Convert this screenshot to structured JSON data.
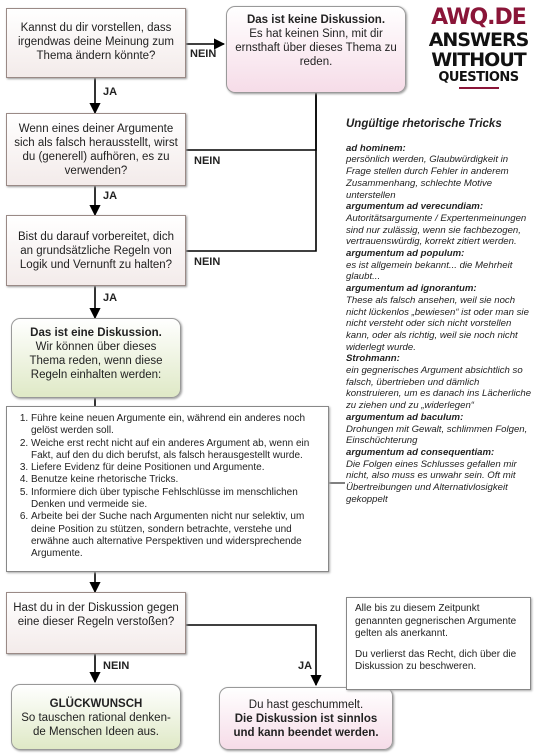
{
  "flow": {
    "q1": "Kannst du dir vorstellen, dass irgendwas deine Meinung zum Thema ändern könnte?",
    "q2": "Wenn eines deiner Argumente sich als falsch herausstellt, wirst du (generell) aufhören, es zu verwenden?",
    "q3": "Bist du darauf vorbereitet, dich an grundsätzliche Regeln von Logik und Vernunft zu halten?",
    "q4": "Hast du in der Diskussion gegen eine dieser Regeln verstoßen?",
    "no_discussion_title": "Das ist keine Diskussion.",
    "no_discussion_text": "Es hat keinen Sinn, mit dir ernsthaft über dieses Thema zu reden.",
    "discussion_title": "Das ist eine Diskussion.",
    "discussion_text": "Wir können über dieses Thema reden, wenn diese Regeln einhalten werden:",
    "congrats_title": "GLÜCKWUNSCH",
    "congrats_text": "So tauschen rational denken-de Menschen Ideen aus.",
    "lost_line1": "Du hast geschummelt.",
    "lost_line2": "Die Diskussion ist sinnlos und kann beendet werden."
  },
  "labels": {
    "yes": "JA",
    "no": "NEIN"
  },
  "rules": [
    "Führe keine neuen Argumente ein, während ein anderes noch gelöst werden soll.",
    "Weiche erst recht nicht auf ein anderes Argument ab, wenn ein Fakt, auf den du dich berufst, als falsch herausgestellt wurde.",
    "Liefere Evidenz für deine Positionen und Argumente.",
    "Benutze keine rhetorische Tricks.",
    "Informiere dich über typische Fehlschlüsse im menschlichen Denken und vermeide sie.",
    "Arbeite bei der Suche nach Argumenten nicht nur selektiv, um deine Position zu stützen, sondern betrachte, verstehe und erwähne auch alternative Perspektiven und widersprechende Argumente."
  ],
  "logo": {
    "line1": "AWQ.DE",
    "line2": "ANSWERS",
    "line3": "WITHOUT",
    "line4": "QUESTIONS"
  },
  "tricks": {
    "heading": "Ungültige rhetorische Tricks",
    "items": [
      {
        "name": "ad hominem:",
        "text": "persönlich werden, Glaubwürdigkeit in Frage stellen durch Fehler in anderem Zusammenhang, schlechte Motive unterstellen"
      },
      {
        "name": "argumentum ad verecundiam:",
        "text": "Autoritätsargumente / Expertenmeinungen sind nur zulässig, wenn sie fachbezogen, vertrauenswürdig, korrekt zitiert werden."
      },
      {
        "name": "argumentum ad populum:",
        "text": "es ist allgemein bekannt... die Mehrheit glaubt..."
      },
      {
        "name": "argumentum ad ignorantum:",
        "text": "These als falsch ansehen, weil sie noch nicht lückenlos „bewiesen“ ist oder man sie nicht versteht oder sich nicht vorstellen kann, oder als richtig, weil sie noch nicht widerlegt wurde."
      },
      {
        "name": "Strohmann:",
        "text": "ein gegnerisches Argument absichtlich so falsch, übertrieben und dämlich konstruieren, um es danach ins Lächerliche zu ziehen und zu „widerlegen“"
      },
      {
        "name": "argumentum ad baculum:",
        "text": "Drohungen mit Gewalt, schlimmen Folgen, Einschüchterung"
      },
      {
        "name": "argumentum ad consequentiam:",
        "text": "Die Folgen eines Schlusses gefallen mir nicht, also muss es unwahr sein. Oft mit Übertreibungen und Alternativlosigkeit gekoppelt"
      }
    ]
  },
  "note": {
    "p1": "Alle bis zu diesem Zeitpunkt genannten gegnerischen Argumente gelten als anerkannt.",
    "p2": "Du verlierst das Recht, dich über die Diskussion zu beschweren."
  }
}
